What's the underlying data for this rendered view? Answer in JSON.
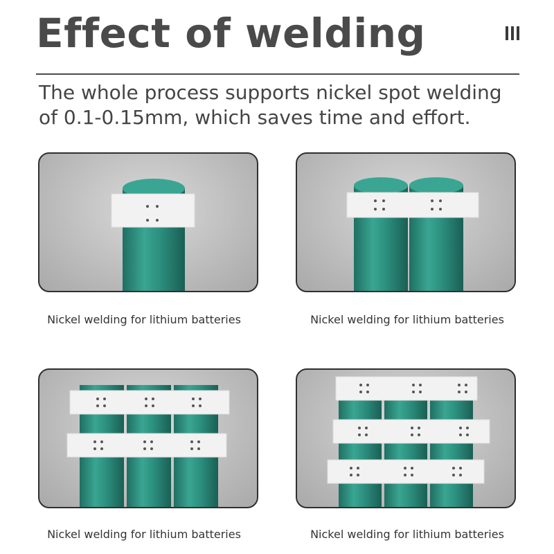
{
  "header": {
    "title": "Effect of welding",
    "subtitle": "The whole process supports nickel spot welding of 0.1-0.15mm, which saves time and effort."
  },
  "panels": [
    {
      "caption": "Nickel welding for lithium batteries"
    },
    {
      "caption": "Nickel welding for lithium batteries"
    },
    {
      "caption": "Nickel welding for lithium batteries"
    },
    {
      "caption": "Nickel welding for lithium batteries"
    }
  ],
  "colors": {
    "battery": "#2c8f7e",
    "nickel": "#efefef",
    "title": "#4a4a4a"
  }
}
